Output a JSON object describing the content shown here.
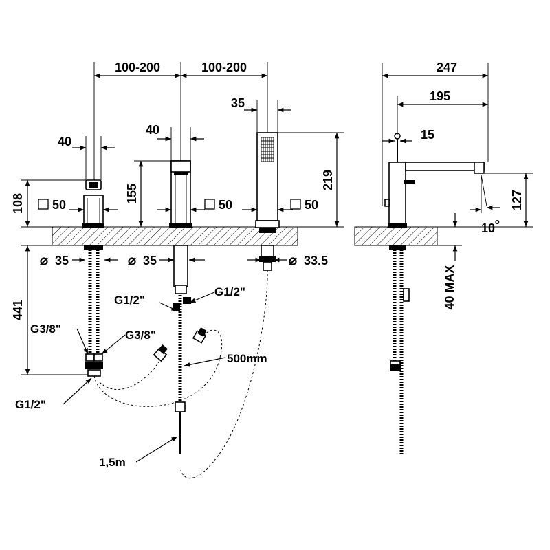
{
  "dimensions": {
    "spacing_left": "100-200",
    "spacing_right": "100-200",
    "handshower_width": "35",
    "spout_width_a": "40",
    "spout_width_b": "40",
    "height_108": "108",
    "height_155": "155",
    "height_219": "219",
    "square_a": "50",
    "square_b": "50",
    "square_c": "50",
    "hole_a": "35",
    "hole_b": "35",
    "hole_c": "33.5",
    "hose_length_441": "441",
    "side_length_247": "247",
    "side_length_195": "195",
    "side_handle_15": "15",
    "side_height_127": "127",
    "side_angle": "10",
    "deck_max": "40 MAX"
  },
  "labels": {
    "g12_a": "G1/2\"",
    "g12_b": "G1/2\"",
    "g38_a": "G3/8\"",
    "g38_b": "G3/8\"",
    "g12_c": "G1/2\"",
    "hose_500": "500mm",
    "hose_15m": "1,5m"
  },
  "symbols": {
    "diameter": "⌀",
    "degree": "o"
  }
}
